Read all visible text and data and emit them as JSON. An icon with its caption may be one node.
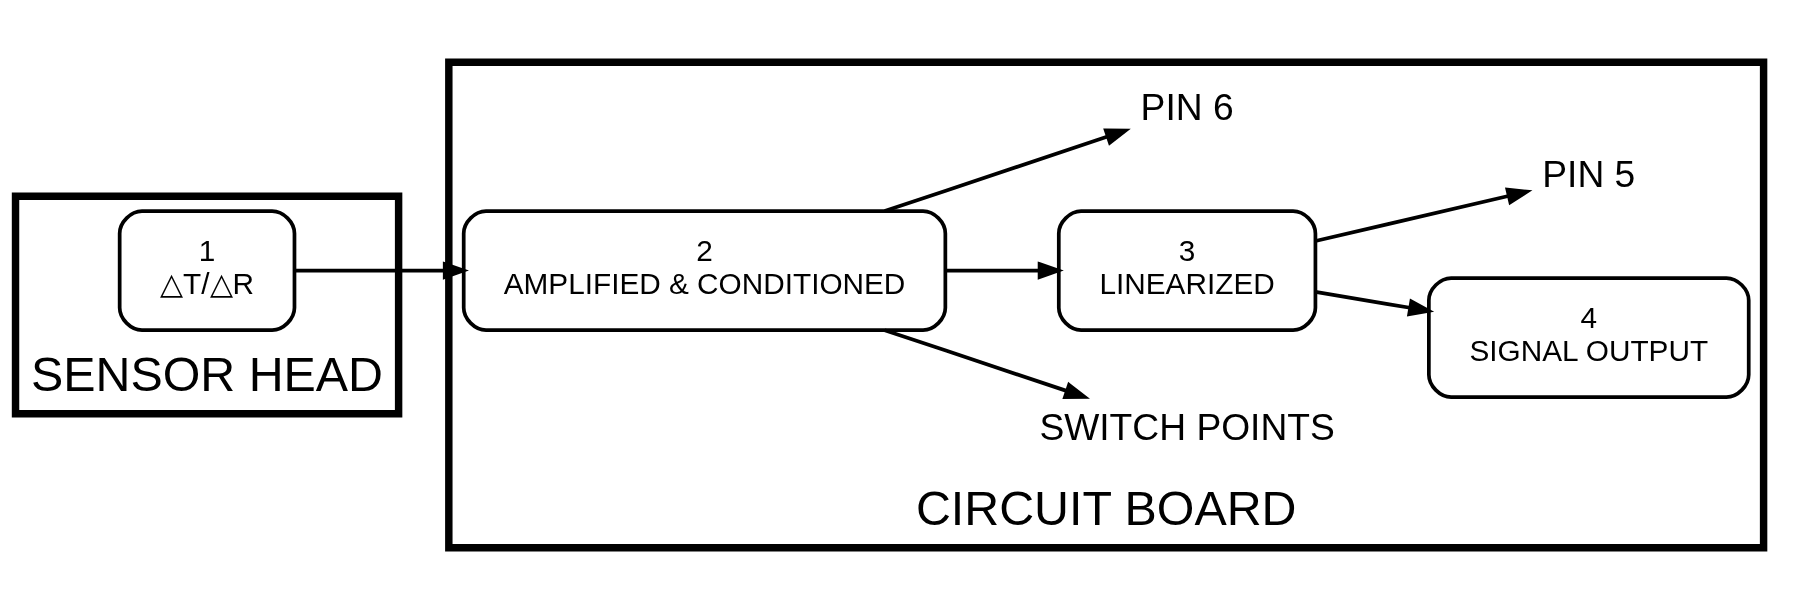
{
  "diagram": {
    "nodes": [
      {
        "text": [
          "SENSOR HEAD"
        ]
      },
      {
        "text": [
          "1",
          "△T/△R"
        ],
        "in": 0
      },
      {
        "text": [
          "CIRCUIT BOARD"
        ]
      },
      {
        "text": [
          "2",
          "AMPLIFIED & CONDITIONED"
        ],
        "in": 2
      },
      {
        "text": [
          "SWITCH POINTS"
        ],
        "in": 2
      },
      {
        "text": [
          "3",
          "LINEARIZED"
        ],
        "in": 2
      },
      {
        "text": [
          "PIN 6"
        ],
        "in": 2
      },
      {
        "text": [
          "4",
          "SIGNAL OUTPUT"
        ],
        "in": 2
      },
      {
        "text": [
          "PIN 5"
        ],
        "in": 2
      }
    ],
    "edges": [
      {
        "from": 1,
        "to": 3,
        "arrow": "to"
      },
      {
        "from": 3,
        "to": 5,
        "arrow": "to"
      },
      {
        "from": 5,
        "to": 7,
        "arrow": "to"
      },
      {
        "from": 3,
        "to": 4,
        "arrow": "to"
      },
      {
        "from": 3,
        "to": 6,
        "arrow": "to"
      },
      {
        "from": 5,
        "to": 8,
        "arrow": "to"
      }
    ]
  }
}
